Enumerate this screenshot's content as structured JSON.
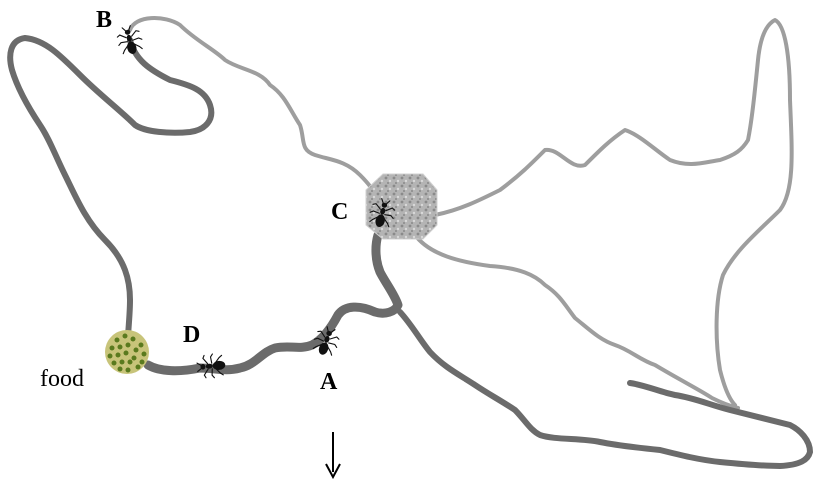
{
  "labels": {
    "a": "A",
    "b": "B",
    "c": "C",
    "d": "D",
    "food": "food"
  },
  "colors": {
    "dark_trail": "#6b6b6b",
    "light_trail": "#9e9e9e",
    "ant": "#111111",
    "nest_fill": "#a9a9a9",
    "food_fill": "#c8c47a",
    "food_dots": "#5a7a1e"
  },
  "icons": {
    "ants": [
      "ant-icon"
    ],
    "nest": "nest-icon",
    "food": "food-icon",
    "arrow": "down-arrow-icon"
  }
}
